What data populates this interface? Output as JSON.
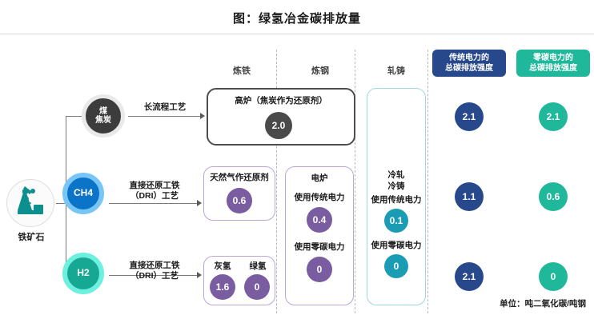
{
  "title": "图：绿氢冶金碳排放量",
  "unit_note": "单位：吨二氧化碳/吨钢",
  "columns": [
    {
      "name": "炼铁"
    },
    {
      "name": "炼钢"
    },
    {
      "name": "轧铸"
    }
  ],
  "right_headers": [
    {
      "label": "传统电力的\n总碳排放强度",
      "line1": "传统电力的",
      "line2": "总碳排放强度",
      "color": "#28488c"
    },
    {
      "label": "零碳电力的\n总碳排放强度",
      "line1": "零碳电力的",
      "line2": "总碳排放强度",
      "color": "#1fb89b"
    }
  ],
  "source": {
    "icon": "oil-derrick-icon",
    "label": "铁矿石"
  },
  "routes": [
    {
      "node": {
        "line1": "煤",
        "line2": "焦炭",
        "color": "#3c3c3c"
      },
      "process_label_line1": "长流程工艺",
      "process_label_line2": ""
    },
    {
      "node": {
        "line1": "CH4",
        "line2": "",
        "color": "#0c74c8"
      },
      "process_label_line1": "直接还原工铁",
      "process_label_line2": "（DRI）工艺"
    },
    {
      "node": {
        "line1": "H2",
        "line2": "",
        "color": "#17a893"
      },
      "process_label_line1": "直接还原工铁",
      "process_label_line2": "（DRI）工艺"
    }
  ],
  "boxes": {
    "blast_furnace": {
      "title": "高炉（焦炭作为还原剂）",
      "value": "2.0"
    },
    "natural_gas": {
      "title": "天然气作还原剂",
      "value": "0.6"
    },
    "hydrogen": {
      "items": [
        {
          "title": "灰氢",
          "value": "1.6"
        },
        {
          "title": "绿氢",
          "value": "0"
        }
      ]
    },
    "electric_furnace": {
      "title": "电炉",
      "rows": [
        {
          "title": "使用传统电力",
          "value": "0.4"
        },
        {
          "title": "使用零碳电力",
          "value": "0"
        }
      ]
    },
    "rolling_casting": {
      "title_line1": "冷轧",
      "title_line2": "冷铸",
      "rows": [
        {
          "title": "使用传统电力",
          "value": "0.1"
        },
        {
          "title": "使用零碳电力",
          "value": "0"
        }
      ]
    }
  },
  "totals": {
    "conventional": [
      "2.1",
      "1.1",
      "2.1"
    ],
    "zero_carbon": [
      "2.1",
      "0.6",
      "0"
    ]
  }
}
